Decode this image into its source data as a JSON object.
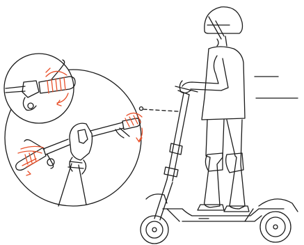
{
  "illustration": {
    "subject": "rider-on-electric-scooter",
    "detail_views": [
      "throttle-twist-detail",
      "handlebar-detail"
    ]
  },
  "colors": {
    "line": "#1a1a1a",
    "accent": "#e8502a",
    "background": "#ffffff"
  },
  "icons": [
    "rotation-arrow-icon",
    "motion-lines-icon"
  ]
}
